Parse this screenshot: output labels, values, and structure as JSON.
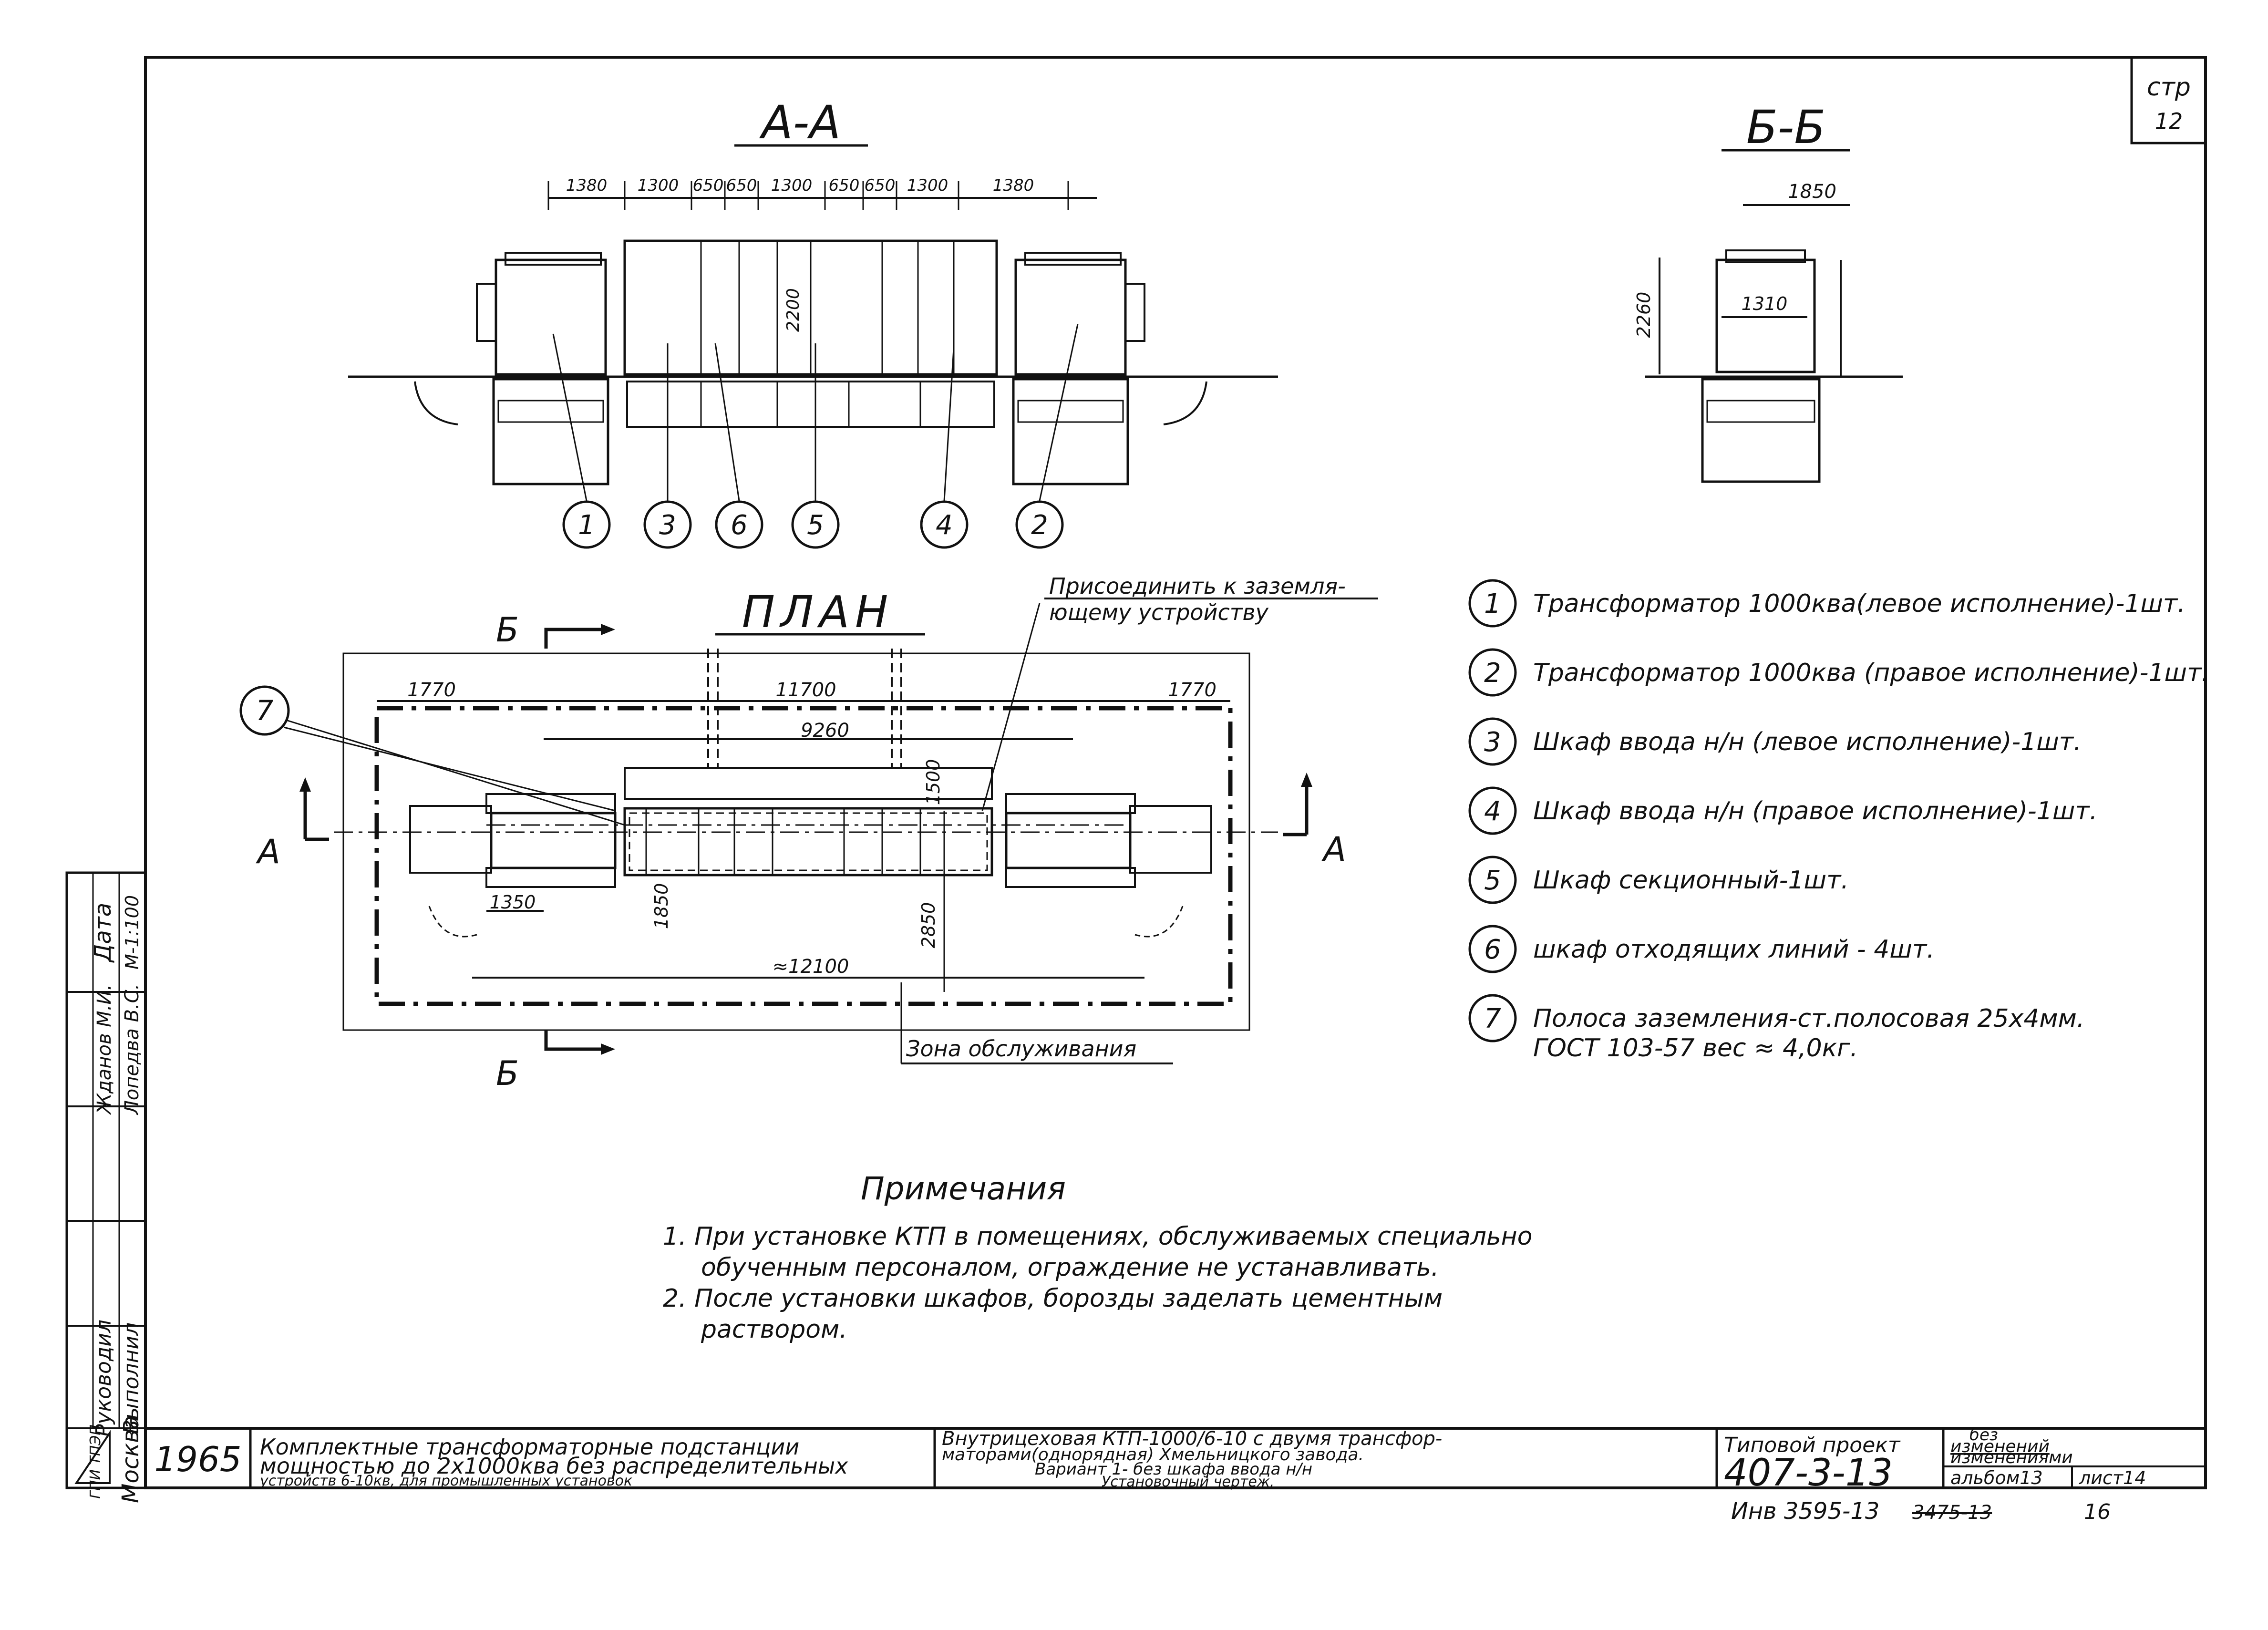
{
  "sheet": {
    "page_label": "стр",
    "page_number": "12",
    "scale": "М-1:100"
  },
  "section_aa": {
    "title": "А-А",
    "dims": [
      "1380",
      "1300",
      "650",
      "650",
      "1300",
      "650",
      "650",
      "1300",
      "1380"
    ],
    "height": "2200",
    "callouts": [
      "1",
      "3",
      "6",
      "5",
      "4",
      "2"
    ]
  },
  "section_bb": {
    "title": "Б-Б",
    "dims": {
      "top": "1850",
      "inner": "1310",
      "height": "2260"
    }
  },
  "plan": {
    "title": "ПЛАН",
    "ground_note_line1": "Присоединить к заземля-",
    "ground_note_line2": "ющему устройству",
    "dims": {
      "left": "1770",
      "total": "11700",
      "right": "1770",
      "inner": "9260",
      "depth": "1500",
      "offset": "1350",
      "d1850": "1850",
      "d2850": "2850",
      "overall": "≈12100"
    },
    "zone_label": "Зона обслуживания",
    "cut_a": "А",
    "cut_b": "Б",
    "callout": "7"
  },
  "legend": [
    {
      "num": "1",
      "text": "Трансформатор 1000ква(левое исполнение)-1шт."
    },
    {
      "num": "2",
      "text": "Трансформатор 1000ква (правое исполнение)-1шт."
    },
    {
      "num": "3",
      "text": "Шкаф ввода н/н (левое исполнение)-1шт."
    },
    {
      "num": "4",
      "text": "Шкаф ввода н/н (правое исполнение)-1шт."
    },
    {
      "num": "5",
      "text": "Шкаф секционный-1шт."
    },
    {
      "num": "6",
      "text": "шкаф отходящих линий - 4шт."
    },
    {
      "num": "7",
      "text": "Полоса заземления-ст.полосовая 25х4мм.",
      "text2": "ГОСТ 103-57   вес ≈ 4,0кг."
    }
  ],
  "notes": {
    "title": "Примечания",
    "items": [
      "1. При установке КТП в помещениях, обслуживаемых специально",
      "обученным персоналом, ограждение не устанавливать.",
      "2. После установки шкафов, борозды заделать цементным",
      "раствором."
    ]
  },
  "signatures": {
    "col_date": "Дата",
    "row_lead": "Руководил",
    "row_exec": "Выполнил",
    "lead_name": "Жданов М.И.",
    "exec_name": "Лопедва В.С.",
    "org_city": "Москва",
    "org_logo": "ГПИ ТПЭП"
  },
  "title_block": {
    "year": "1965",
    "left_title": [
      "Комплектные трансформаторные подстанции",
      "мощностью до 2х1000ква без распределительных",
      "устройств 6-10кв, для промышленных установок"
    ],
    "mid_title": [
      "Внутрицеховая КТП-1000/6-10 с двумя трансфор-",
      "маторами(однорядная) Хмельницкого завода.",
      "Вариант 1- без шкафа ввода н/н",
      "Установочный чертеж."
    ],
    "project_label": "Типовой проект",
    "project_number": "407-3-13",
    "changes": [
      "без",
      "изменений",
      "изменениями"
    ],
    "album": "альбом13",
    "sheet": "лист14",
    "inventory": "Инв 3595-13",
    "inventory_struck": "3475-13",
    "page_ref": "16"
  }
}
